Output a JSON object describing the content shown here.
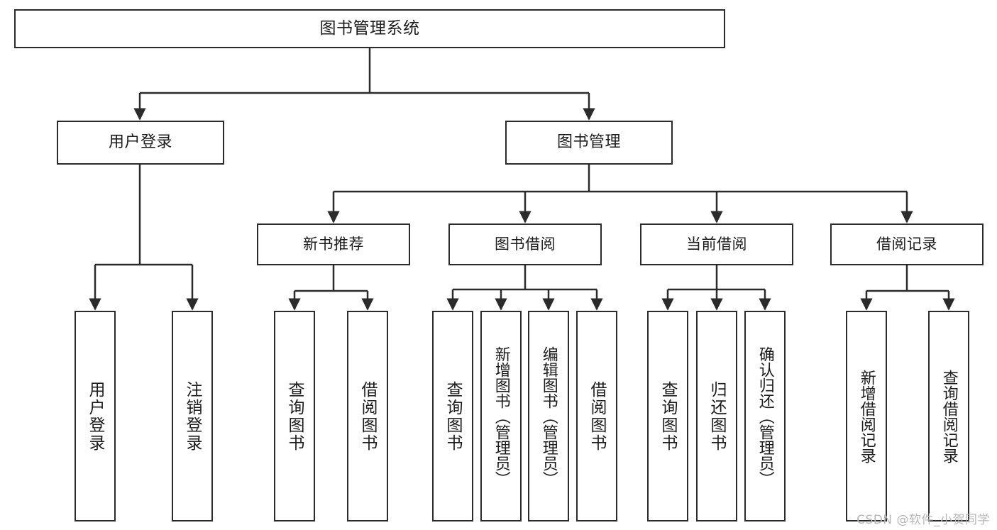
{
  "diagram": {
    "title": "图书管理系统",
    "watermark": "CSDN @软件_小贺同学",
    "root": {
      "label": "图书管理系统"
    },
    "level2": [
      {
        "label": "用户登录"
      },
      {
        "label": "图书管理"
      }
    ],
    "level3": [
      {
        "label": "新书推荐"
      },
      {
        "label": "图书借阅"
      },
      {
        "label": "当前借阅"
      },
      {
        "label": "借阅记录"
      }
    ],
    "leaves": {
      "user_login": [
        {
          "label": "用户登录"
        },
        {
          "label": "注销登录"
        }
      ],
      "new_book": [
        {
          "label": "查询图书"
        },
        {
          "label": "借阅图书"
        }
      ],
      "borrow_book": [
        {
          "label": "查询图书"
        },
        {
          "label": "新增图书（管理员）"
        },
        {
          "label": "编辑图书（管理员）"
        },
        {
          "label": "借阅图书"
        }
      ],
      "current_borrow": [
        {
          "label": "查询图书"
        },
        {
          "label": "归还图书"
        },
        {
          "label": "确认归还（管理员）"
        }
      ],
      "borrow_record": [
        {
          "label": "新增借阅记录"
        },
        {
          "label": "查询借阅记录"
        }
      ]
    },
    "colors": {
      "stroke": "#2b2b2b",
      "fill": "#ffffff",
      "text": "#1c1c1c",
      "watermark": "#b7b7b7"
    }
  }
}
